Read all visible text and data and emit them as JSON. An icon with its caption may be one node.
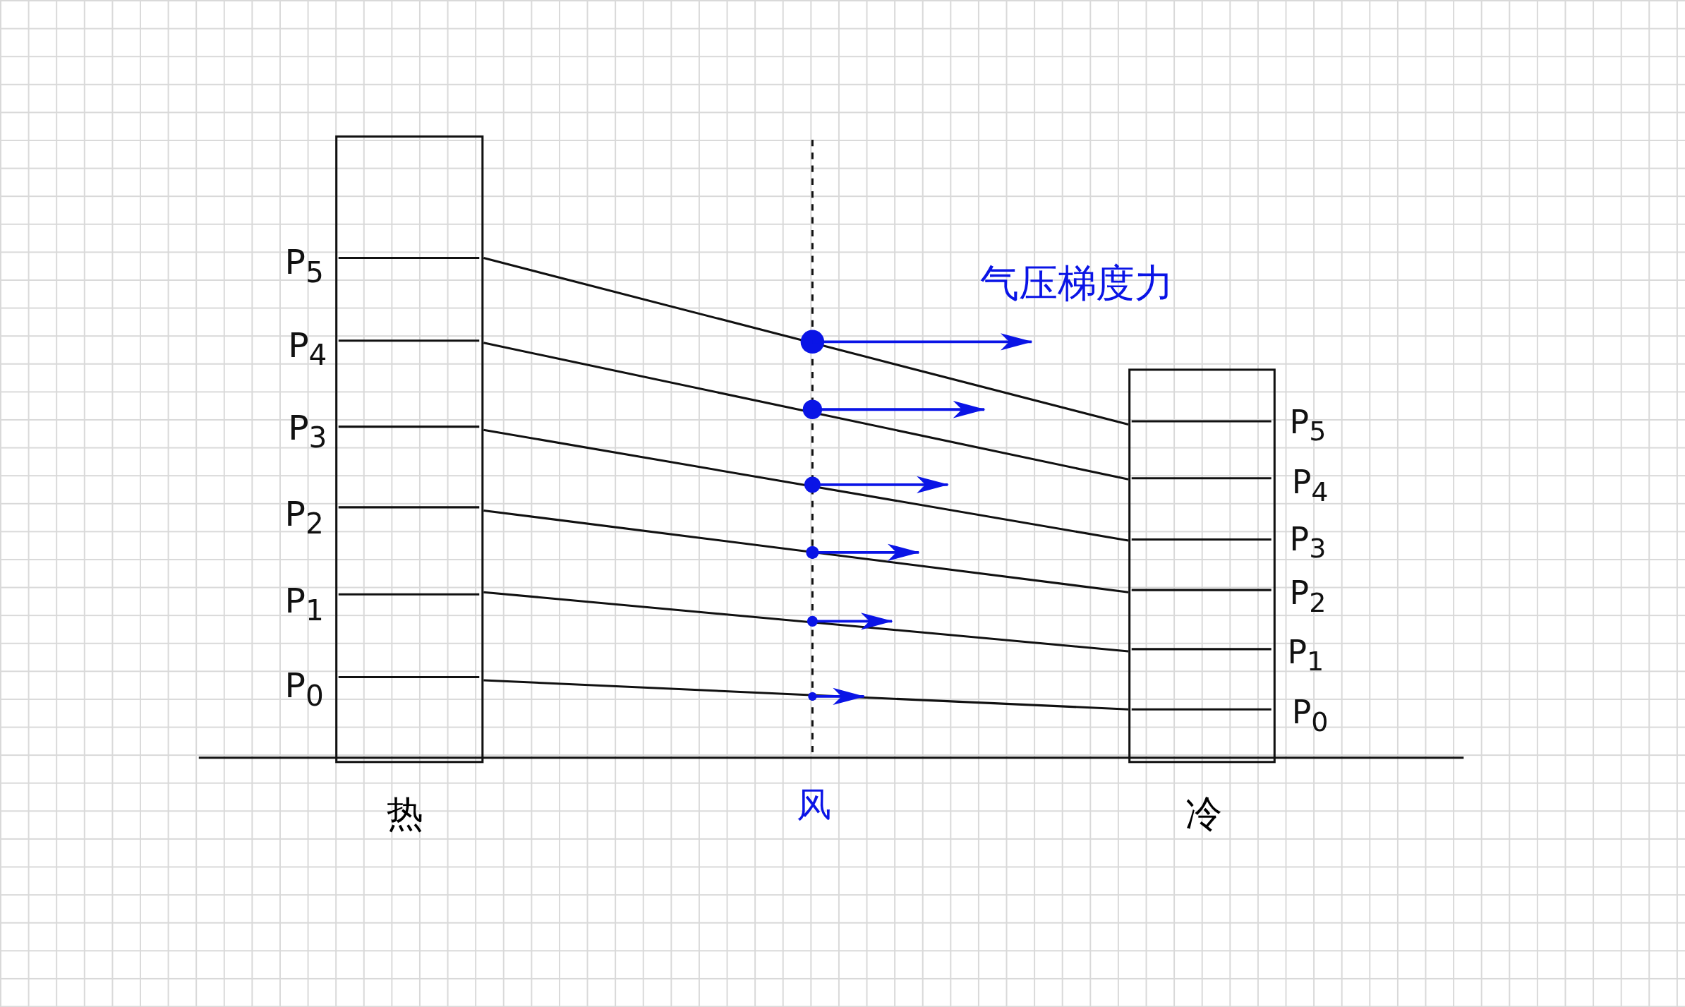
{
  "diagram": {
    "nodes": [
      {
        "text": [
          "热"
        ]
      },
      {
        "text": [
          "冷"
        ]
      }
    ],
    "edges": [
      {
        "from": 0,
        "to": 1,
        "arrow": "none"
      },
      {
        "from": 0,
        "to": 1,
        "arrow": "none"
      },
      {
        "from": 0,
        "to": 1,
        "arrow": "none"
      },
      {
        "from": 0,
        "to": 1,
        "arrow": "none"
      },
      {
        "from": 0,
        "to": 1,
        "arrow": "none"
      },
      {
        "from": 0,
        "to": 1,
        "arrow": "none"
      }
    ],
    "labels": [
      "P$_{5}$",
      "P$_{4}$",
      "P$_{3}$",
      "P$_{2}$",
      "P$_{1}$",
      "P$_{0}$",
      "气压梯度力",
      "P$_{5}$",
      "P$_{4}$",
      "P$_{3}$",
      "P$_{2}$",
      "P$_{1}$",
      "P$_{0}$",
      "风"
    ]
  }
}
